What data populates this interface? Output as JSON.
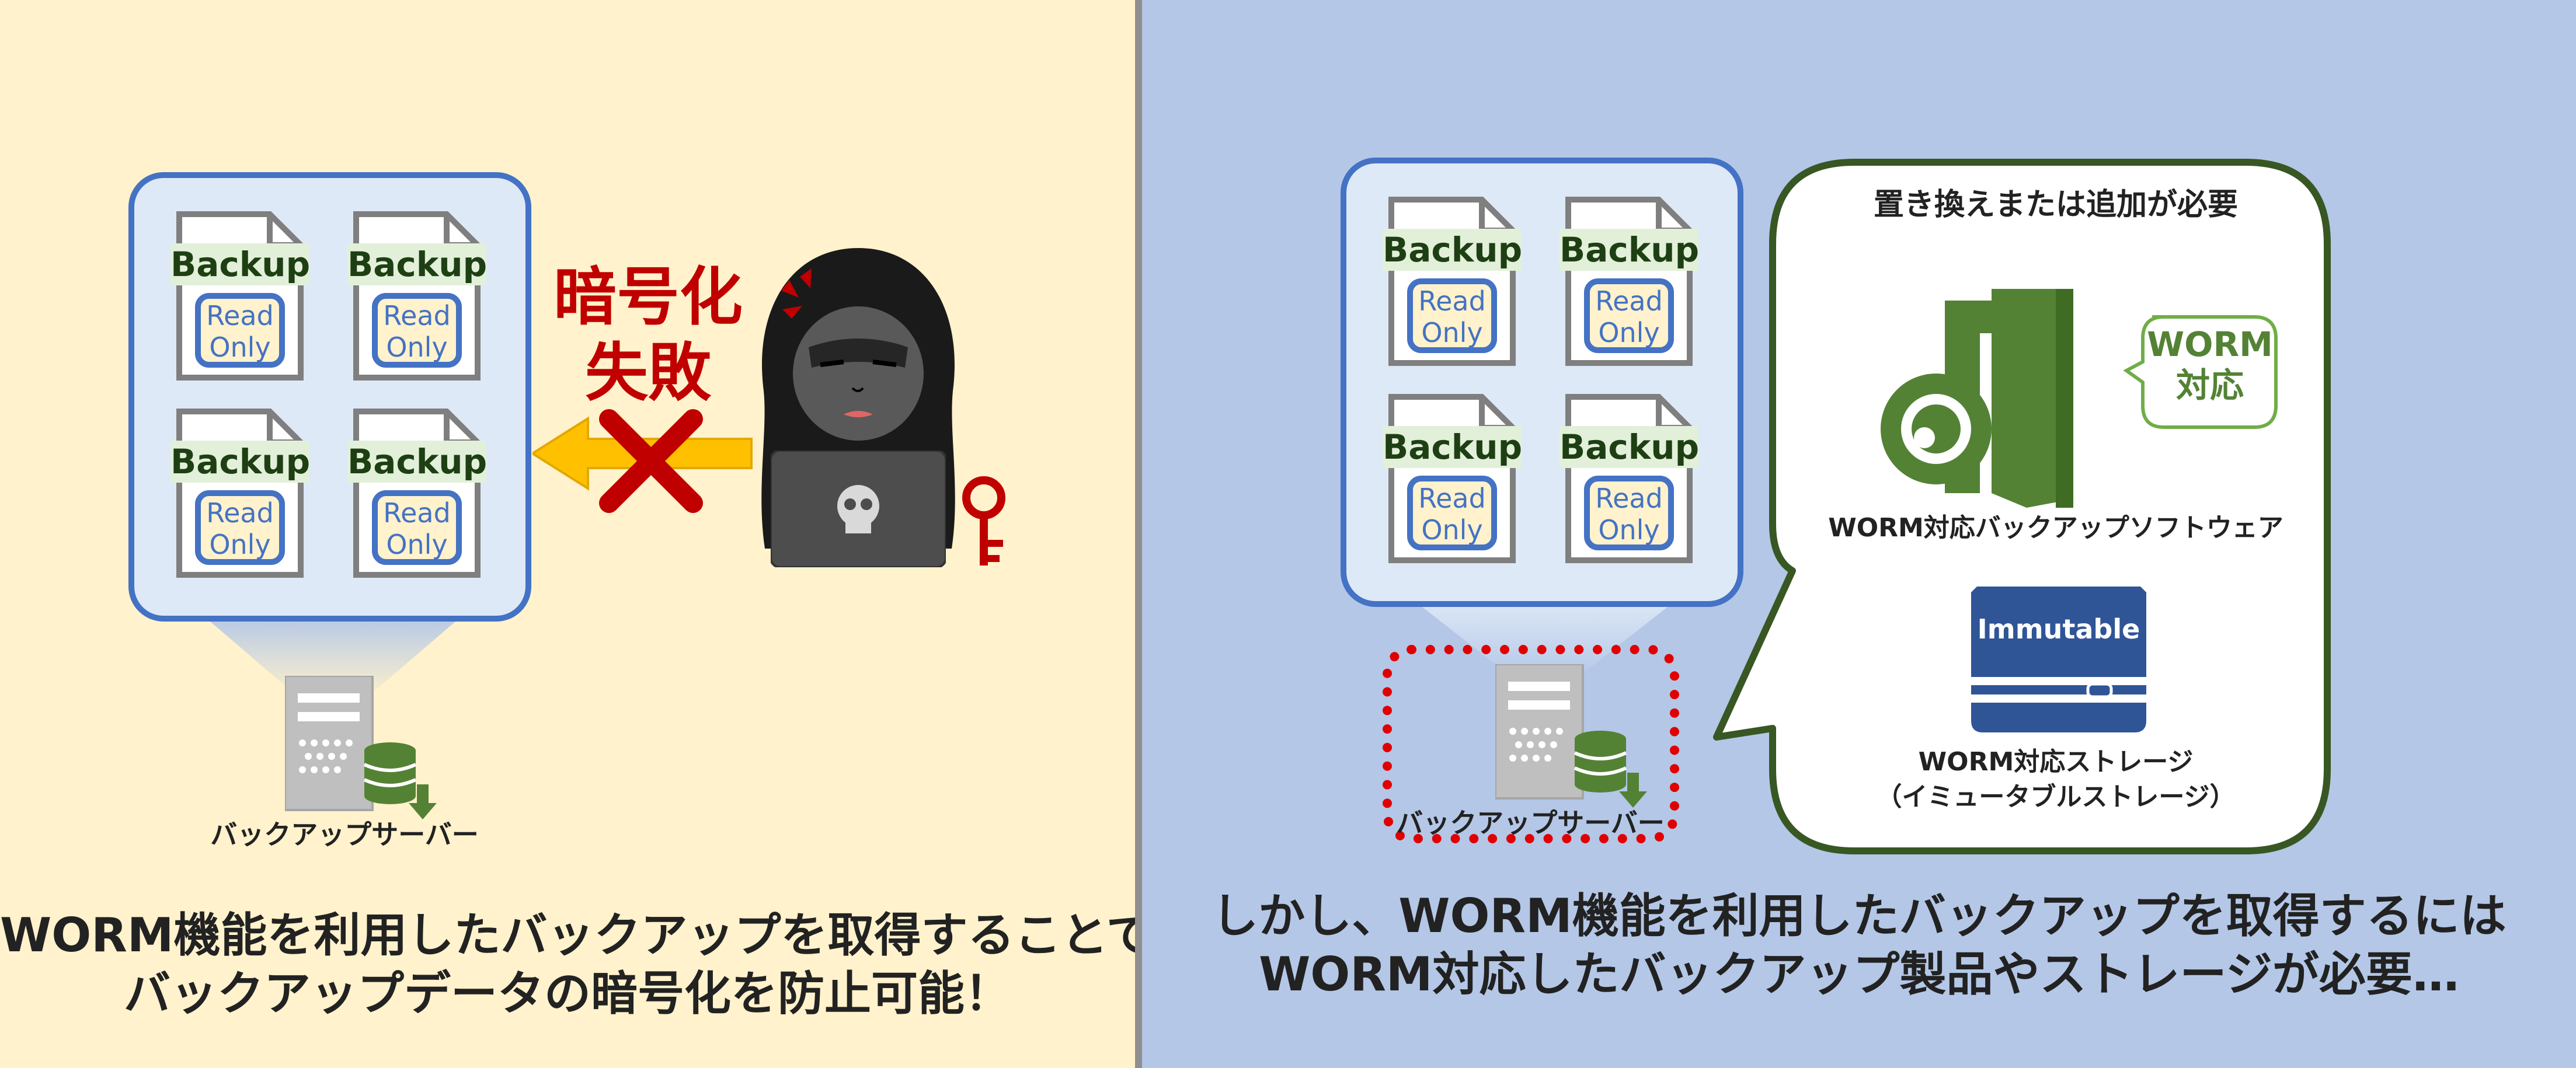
{
  "left": {
    "server_label": "バックアップサーバー",
    "fail_line1": "暗号化",
    "fail_line2": "失敗",
    "caption_line1": "WORM機能を利用したバックアップを取得することで",
    "caption_line2": "バックアップデータの暗号化を防止可能！"
  },
  "right": {
    "server_label": "バックアップサーバー",
    "bubble_title": "置き換えまたは追加が必要",
    "worm_badge_line1": "WORM",
    "worm_badge_line2": "対応",
    "software_label": "WORM対応バックアップソフトウェア",
    "immutable_label": "Immutable",
    "storage_line1": "WORM対応ストレージ",
    "storage_line2": "（イミュータブルストレージ）",
    "caption_line1": "しかし、WORM機能を利用したバックアップを取得するには",
    "caption_line2": "WORM対応したバックアップ製品やストレージが必要…"
  },
  "doc": {
    "backup_label": "Backup",
    "read_line1": "Read",
    "read_line2": "Only"
  },
  "colors": {
    "left_bg": "#fff2cc",
    "right_bg": "#b4c7e7",
    "frame_blue": "#4472c4",
    "green": "#548235",
    "red": "#c00000",
    "arrow_yellow": "#ffc000",
    "dark_green": "#375623"
  },
  "icons": [
    "server-icon",
    "database-download-icon",
    "hacker-icon",
    "laptop-skull-icon",
    "key-icon",
    "arrow-left-icon",
    "cross-icon",
    "worm-software-icon",
    "immutable-storage-icon",
    "speech-bubble"
  ]
}
